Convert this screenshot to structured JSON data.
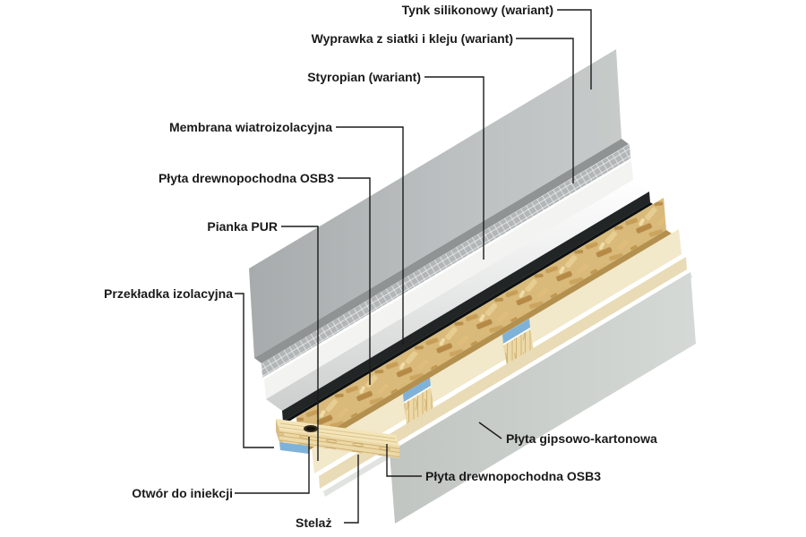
{
  "diagram": {
    "type": "wall-layer-cutaway",
    "labels": {
      "tynk": "Tynk silikonowy (wariant)",
      "wyprawka": "Wyprawka z siatki i kleju (wariant)",
      "styropian": "Styropian (wariant)",
      "membrana": "Membrana wiatroizolacyjna",
      "osb_zewnetrzna": "Płyta drewnopochodna OSB3",
      "pianka": "Pianka PUR",
      "przekladka": "Przekładka izolacyjna",
      "otwor": "Otwór do iniekcji",
      "stelaz": "Stelaż",
      "gips": "Płyta gipsowo-kartonowa",
      "osb_wewnetrzna": "Płyta drewnopochodna OSB3"
    },
    "colors": {
      "background": "#ffffff",
      "label_text": "#1a1a1a",
      "leader_line": "#1a1a1a",
      "plaster": "#b6babb",
      "plaster_edge": "#8f9394",
      "mesh_base": "#b2b6b7",
      "mesh_line": "#eef0ef",
      "styrofoam": "#f3f4f2",
      "membrane": "#212526",
      "membrane_edge": "#0e1112",
      "osb": "#d9ba7a",
      "osb_edge": "#b4904f",
      "foam": "#f2e8ca",
      "wood": "#ecd9a8",
      "wood_top": "#f3e4b9",
      "wood_end": "#d8bd85",
      "spacer_blue": "#7fb2d9",
      "osb_inner": "#e8dbb6",
      "gypsum": "#c9cdca",
      "gypsum_edge": "#e0e3e0",
      "hole_dark": "#332d22"
    }
  }
}
